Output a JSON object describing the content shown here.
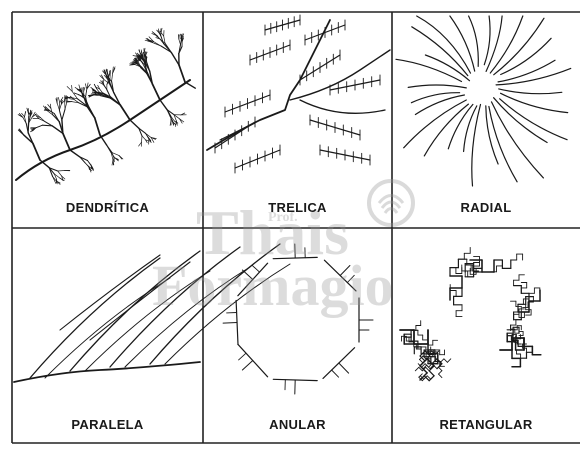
{
  "panels": [
    {
      "key": "dendritica",
      "label": "DENDRÍTICA"
    },
    {
      "key": "trelica",
      "label": "TRELICA"
    },
    {
      "key": "radial",
      "label": "RADIAL"
    },
    {
      "key": "paralela",
      "label": "PARALELA"
    },
    {
      "key": "anular",
      "label": "ANULAR"
    },
    {
      "key": "retangular",
      "label": "RETANGULAR"
    }
  ],
  "watermark": {
    "line1": "Thais",
    "line2": "Formagio",
    "small": "Prof."
  },
  "colors": {
    "ink": "#1a1a1a",
    "grid": "#222222",
    "watermark": "#999999"
  }
}
